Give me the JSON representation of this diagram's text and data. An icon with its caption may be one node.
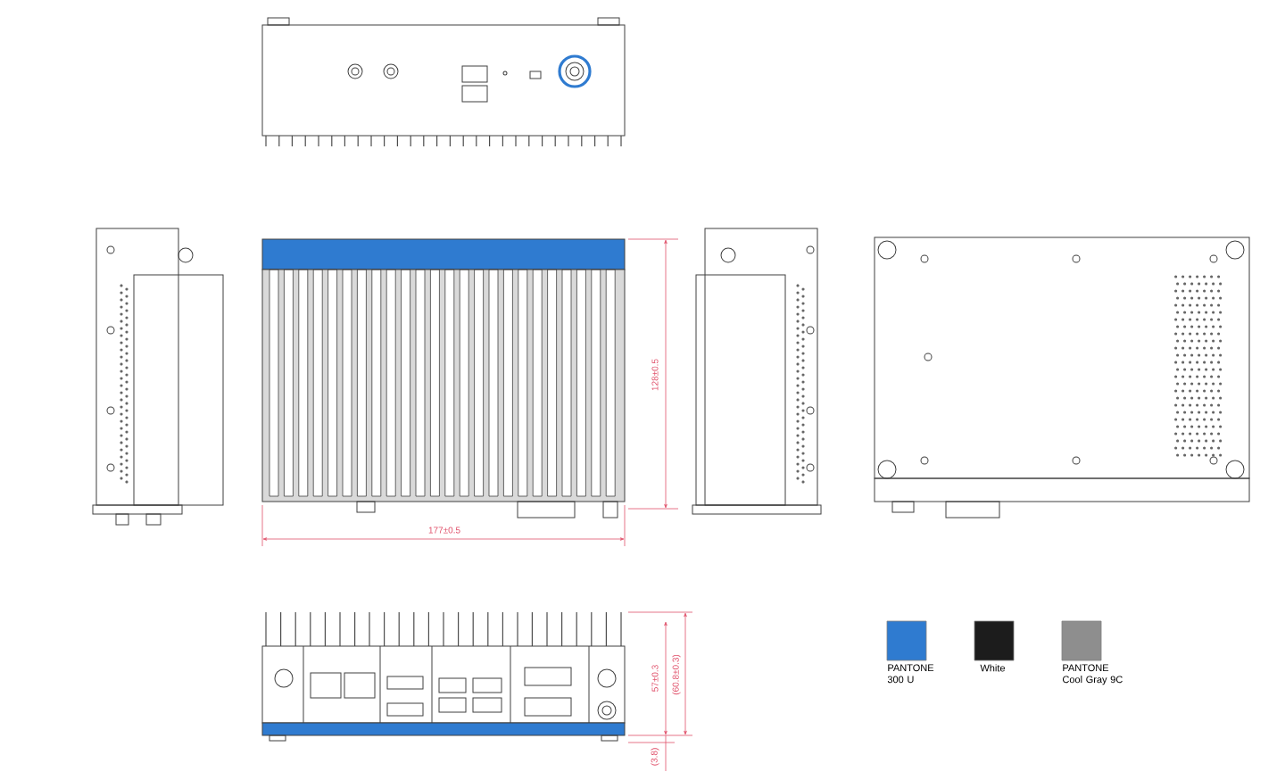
{
  "diagram": {
    "labels": [
      "128±0.5",
      "177±0.5",
      "57±0.3",
      "(60.8±0.3)",
      "(3.8)"
    ],
    "legend": [
      {
        "text": "PANTONE 300 U",
        "color": "#2f7bd0"
      },
      {
        "text": "White",
        "color": "#1c1c1c"
      },
      {
        "text": "PANTONE Cool Gray 9C",
        "color": "#8e8e8e"
      }
    ]
  }
}
